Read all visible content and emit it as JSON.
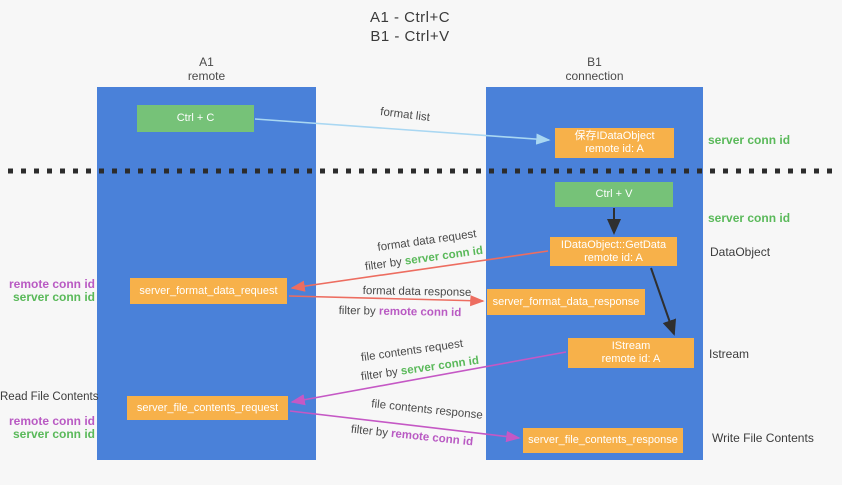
{
  "palette": {
    "background": "#f7f7f7",
    "column_blue": "#4a81d9",
    "node_green": "#76c278",
    "node_orange": "#f7b14a",
    "arrow_light_blue": "#a9d7f2",
    "arrow_red": "#ed6d60",
    "arrow_magenta": "#c558c5",
    "arrow_black": "#2f2f2f",
    "text_dark": "#3c3c3c",
    "text_green": "#5ab95a",
    "text_purple": "#b95ac3"
  },
  "title": {
    "line1": "A1 - Ctrl+C",
    "line2": "B1 - Ctrl+V"
  },
  "columns": {
    "left": {
      "name": "A1",
      "role": "remote"
    },
    "right": {
      "name": "B1",
      "role": "connection"
    }
  },
  "nodes": {
    "ctrl_c": {
      "label": "Ctrl + C"
    },
    "ctrl_v": {
      "label": "Ctrl + V"
    },
    "save_dataobject": {
      "line1": "保存IDataObject",
      "line2": "remote id: A"
    },
    "getdata": {
      "line1": "IDataObject::GetData",
      "line2": "remote id: A"
    },
    "istream": {
      "line1": "IStream",
      "line2": "remote id: A"
    },
    "server_format_data_request": {
      "label": "server_format_data_request"
    },
    "server_format_data_response": {
      "label": "server_format_data_response"
    },
    "server_file_contents_request": {
      "label": "server_file_contents_request"
    },
    "server_file_contents_response": {
      "label": "server_file_contents_response"
    }
  },
  "edge_labels": {
    "format_list": "format list",
    "format_data_request": {
      "line1": "format data request",
      "filter_prefix": "filter by ",
      "filter_key": "server conn id"
    },
    "format_data_response": {
      "line1": "format data response",
      "filter_prefix": "filter by ",
      "filter_key": "remote conn id"
    },
    "file_contents_request": {
      "line1": "file contents request",
      "filter_prefix": "filter by ",
      "filter_key": "server conn id"
    },
    "file_contents_response": {
      "line1": "file contents response",
      "filter_prefix": "filter by ",
      "filter_key": "remote conn id"
    }
  },
  "annotations": {
    "right": {
      "server_conn_id_top": "server conn id",
      "server_conn_id_mid": "server conn id",
      "dataobject": "DataObject",
      "istream": "Istream",
      "write_file_contents": "Write File Contents"
    },
    "left": {
      "remote_conn_id_1": "remote conn id",
      "server_conn_id_1": "server conn id",
      "read_file_contents": "Read File Contents",
      "remote_conn_id_2": "remote conn id",
      "server_conn_id_2": "server conn id"
    }
  }
}
